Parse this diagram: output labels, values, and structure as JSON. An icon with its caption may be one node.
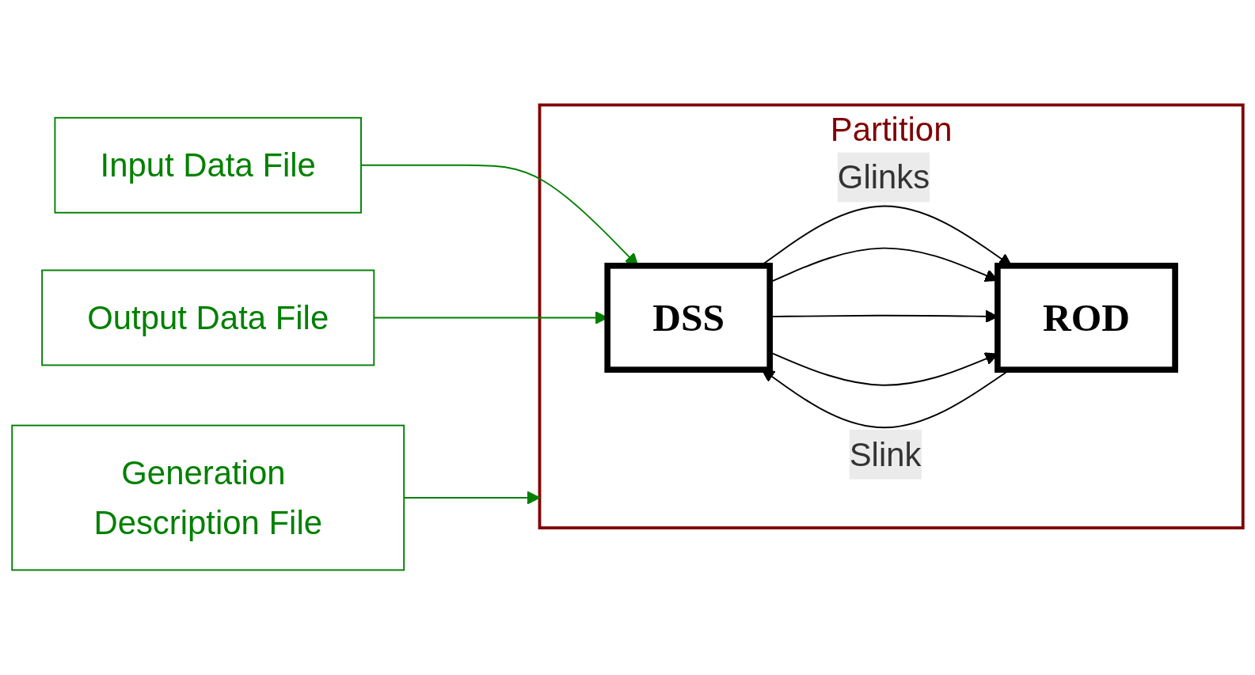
{
  "diagram": {
    "nodes": [
      {
        "text": [
          "Partition"
        ]
      },
      {
        "text": [
          "DSS"
        ],
        "in": 0
      },
      {
        "text": [
          "ROD"
        ],
        "in": 0
      },
      {
        "text": [
          "Input Data File"
        ]
      },
      {
        "text": [
          "Output Data File"
        ]
      },
      {
        "text": [
          "Generation Description File"
        ]
      }
    ],
    "edges": [
      {
        "from": 1,
        "to": 2,
        "arrow": "to",
        "label": "Glinks"
      },
      {
        "from": 1,
        "to": 2,
        "arrow": "to"
      },
      {
        "from": 1,
        "to": 2,
        "arrow": "to"
      },
      {
        "from": 1,
        "to": 2,
        "arrow": "to"
      },
      {
        "from": 2,
        "to": 1,
        "arrow": "to",
        "label": "Slink"
      },
      {
        "from": 3,
        "to": 1,
        "arrow": "to",
        "color": "#008000"
      },
      {
        "from": 4,
        "to": 1,
        "arrow": "to",
        "color": "#008000"
      },
      {
        "from": 5,
        "to": 0,
        "arrow": "to",
        "color": "#008000"
      }
    ]
  }
}
